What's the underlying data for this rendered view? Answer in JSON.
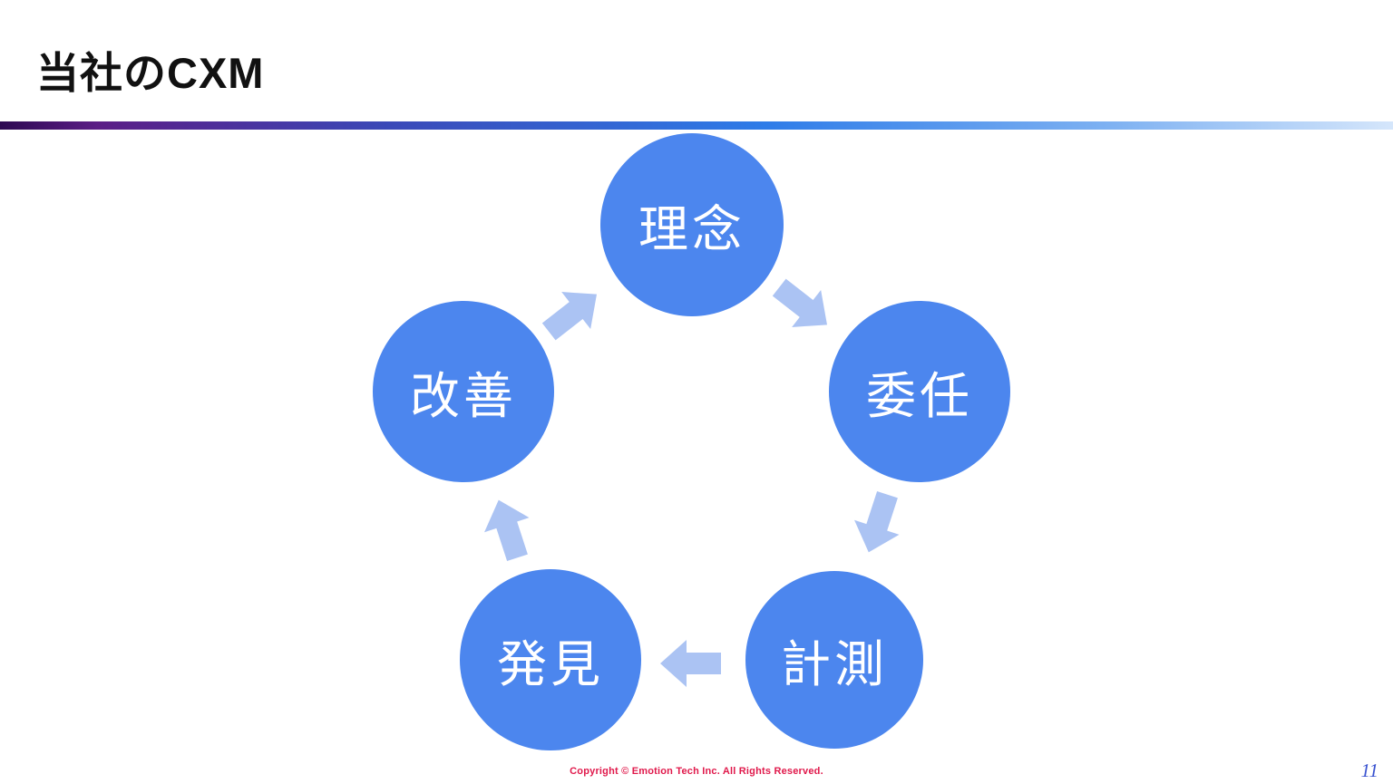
{
  "slide": {
    "title": "当社のCXM",
    "page_number": "11",
    "footer": "Copyright © Emotion Tech Inc. All Rights Reserved."
  },
  "diagram": {
    "type": "cycle",
    "nodes": [
      {
        "label": "理念"
      },
      {
        "label": "委任"
      },
      {
        "label": "計測"
      },
      {
        "label": "発見"
      },
      {
        "label": "改善"
      }
    ],
    "flow": "理念 → 委任 → 計測 → 発見 → 改善 → 理念",
    "arrow_icon": "block-arrow"
  },
  "colors": {
    "circle_fill": "#4c86ee",
    "circle_text": "#ffffff",
    "arrow_fill": "#abc3f3",
    "divider_purple": "#5b1d86",
    "divider_blue": "#2e7ce8",
    "footer_text": "#e0194b",
    "page_number_text": "#3a53d0",
    "title_text": "#111111"
  }
}
